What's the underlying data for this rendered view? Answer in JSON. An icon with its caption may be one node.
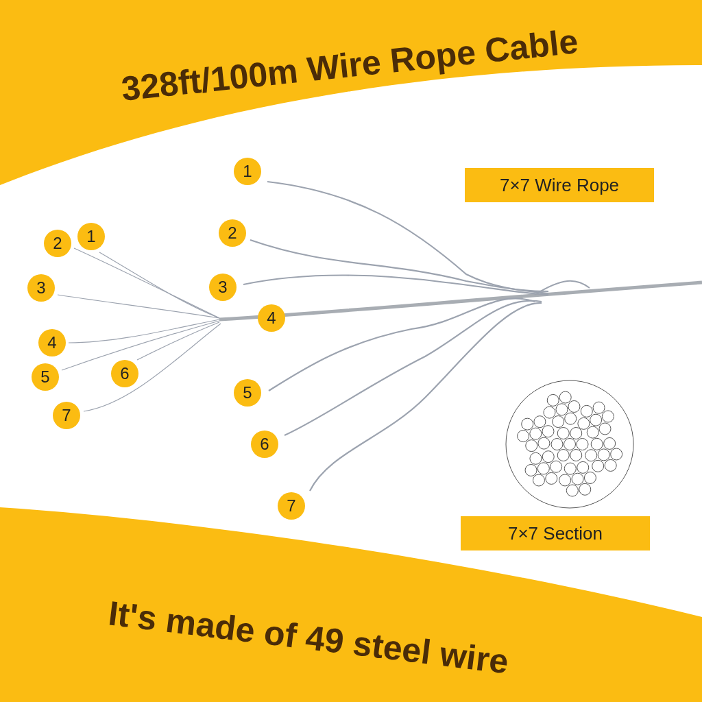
{
  "diagram": {
    "title": "328ft/100m Wire Rope Cable",
    "caption": "It's made of 49 steel wire",
    "nodes": [
      {
        "text": [
          "7×7 Wire Rope"
        ]
      },
      {
        "text": [
          "7×7 Section"
        ]
      }
    ],
    "labels": [
      "1",
      "2",
      "3",
      "4",
      "5",
      "6",
      "7",
      "1",
      "2",
      "3",
      "4",
      "5",
      "6",
      "7"
    ]
  }
}
